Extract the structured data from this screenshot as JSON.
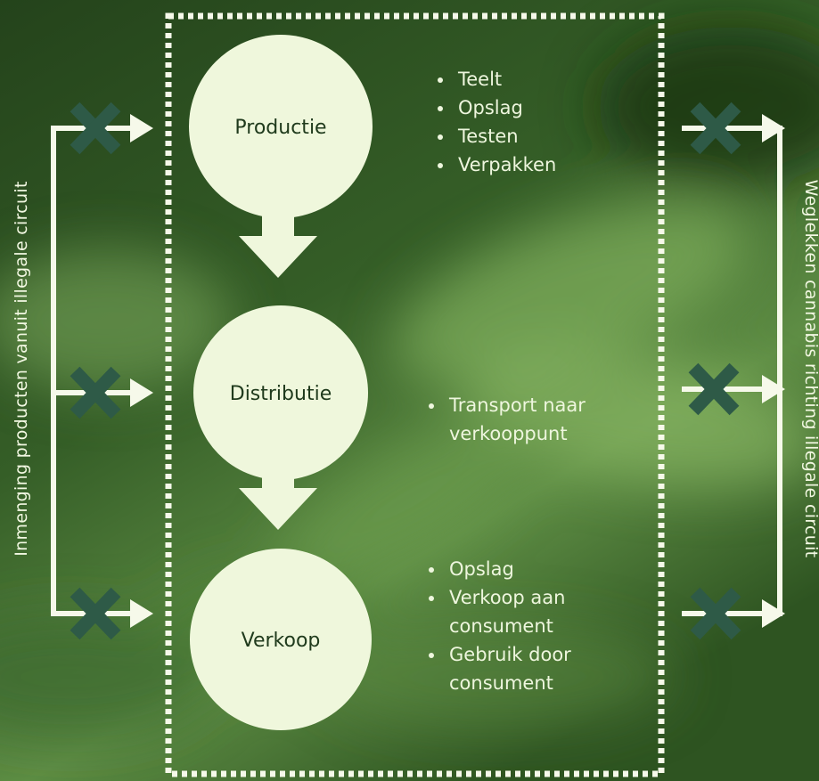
{
  "stages": [
    {
      "label": "Productie",
      "activities": [
        "Teelt",
        "Opslag",
        "Testen",
        "Verpakken"
      ]
    },
    {
      "label": "Distributie",
      "activities": [
        "Transport naar verkooppunt"
      ]
    },
    {
      "label": "Verkoop",
      "activities": [
        "Opslag",
        "Verkoop aan consument",
        "Gebruik door consument"
      ]
    }
  ],
  "side_labels": {
    "left": "Inmenging producten vanuit illegale circuit",
    "right": "Weglekken cannabis richting illegale circuit"
  },
  "colors": {
    "circle_fill": "#eff7dc",
    "frame": "#f6f9ea",
    "cross": "#2e5a47",
    "text_dark": "#1f3a1c",
    "text_light": "#eef6de"
  },
  "icons": [
    "blocked-cross-icon",
    "arrow-right-icon",
    "arrow-down-icon"
  ]
}
